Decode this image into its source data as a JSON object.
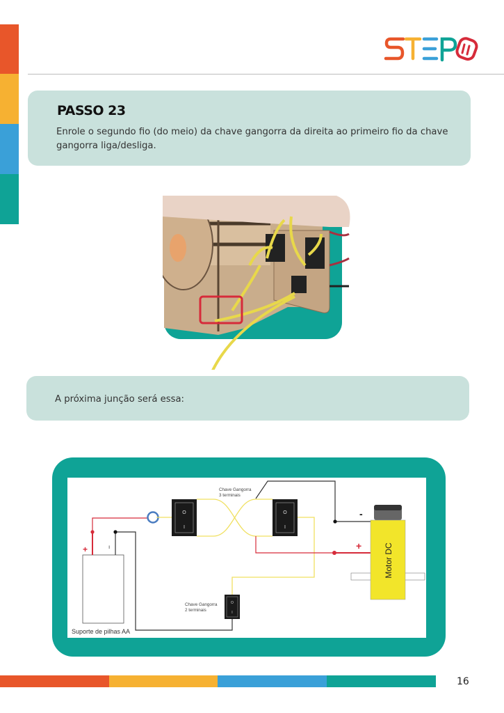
{
  "logo": {
    "text": "STEP",
    "colors": [
      "#e8562a",
      "#f6b132",
      "#3aa0d8",
      "#0fa396",
      "#d62b3a"
    ]
  },
  "step": {
    "title": "PASSO 23",
    "text": "Enrole o segundo fio (do meio) da chave gangorra da direita ao primeiro fio da chave gangorra liga/desliga."
  },
  "next": {
    "text": "A próxima junção será essa:"
  },
  "diagram": {
    "switch3_label_1": "Chave Gangorra",
    "switch3_label_2": "3 terminais",
    "switch2_label_1": "Chave Gangorra",
    "switch2_label_2": "2 terminais",
    "battery_label": "Suporte de pilhas AA",
    "motor_label": "Motor DC",
    "plus": "+",
    "minus": "-",
    "battery_minus": "ı",
    "switch_on": "I",
    "switch_off": "O"
  },
  "page_number": "16"
}
